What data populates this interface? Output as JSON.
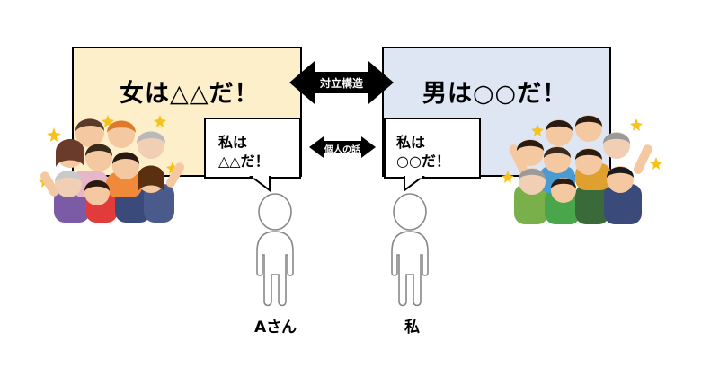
{
  "left_group": {
    "claim": "女は△△だ！",
    "bubble_line1": "私は",
    "bubble_line2": "△△だ！"
  },
  "right_group": {
    "claim": "男は○○だ！",
    "bubble_line1": "私は",
    "bubble_line2": "○○だ！"
  },
  "arrows": {
    "opposition_label": "対立構造",
    "individual_label": "個人の話"
  },
  "people": {
    "person_a_label": "Aさん",
    "me_label": "私"
  },
  "colors": {
    "left_box_fill": "#fcefc9",
    "right_box_fill": "#dfe6f3",
    "arrow_fill": "#000000"
  },
  "icons": {
    "crowd_left": "cheering-women-crowd-icon",
    "crowd_right": "cheering-men-crowd-icon",
    "person": "person-outline-icon"
  }
}
